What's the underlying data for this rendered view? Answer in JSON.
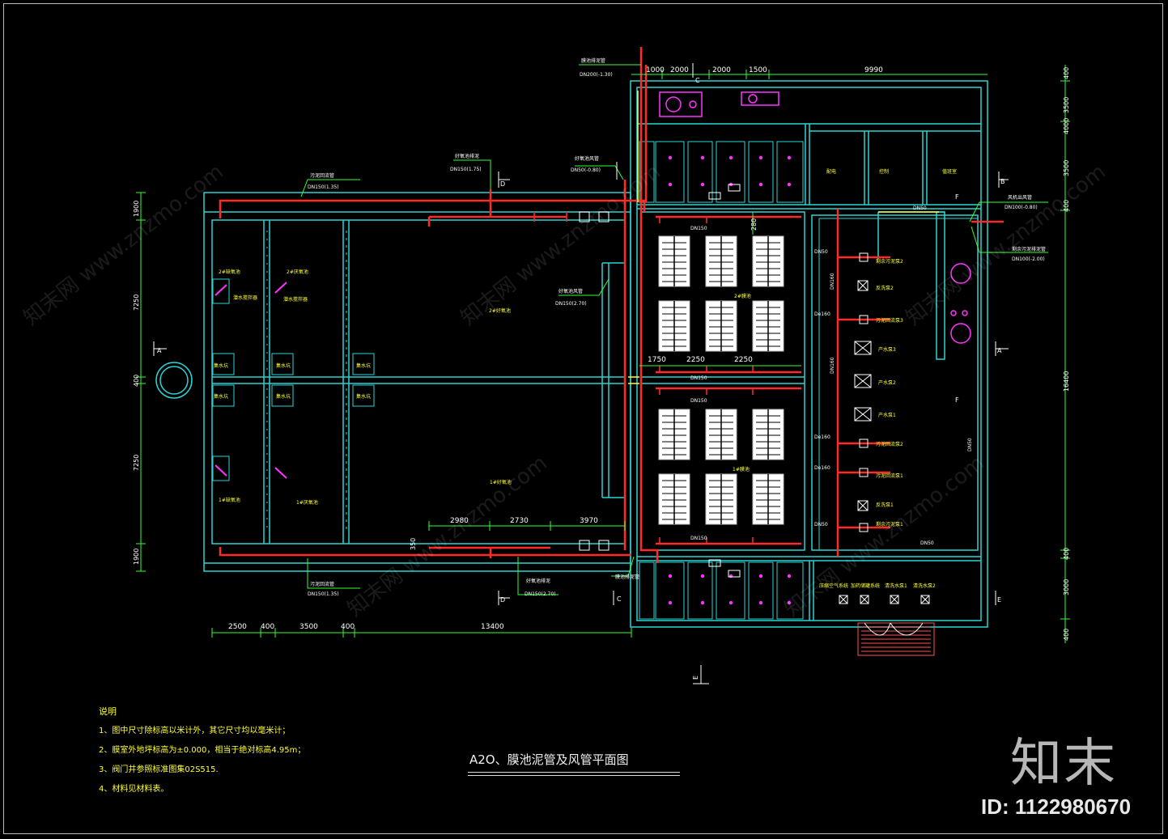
{
  "drawing": {
    "title": "A2O、膜池泥管及风管平面图",
    "notes_heading": "说明",
    "notes": [
      "1、图中尺寸除标高以米计外，其它尺寸均以毫米计；",
      "2、膜室外地坪标高为±0.000，相当于绝对标高4.95m；",
      "3、阀门井参照标准图集02S515.",
      "4、材料见材料表。"
    ]
  },
  "dimensions": {
    "top": [
      "1000",
      "2000",
      "2000",
      "1500",
      "9990"
    ],
    "bottom": [
      "2500",
      "400",
      "3500",
      "400",
      "13400"
    ],
    "left": [
      "1900",
      "7250",
      "400",
      "7250",
      "1900"
    ],
    "right": [
      "400",
      "3500",
      "4000",
      "3500",
      "400",
      "16400",
      "400",
      "3000",
      "400"
    ],
    "mid_upper": [
      "1750",
      "2250",
      "2250"
    ],
    "mid_lower": [
      "2980",
      "2730",
      "3970"
    ],
    "misc": [
      "280",
      "350"
    ]
  },
  "pipe_labels": {
    "dn150": "DN150",
    "dn50": "DN50",
    "dn160": "DN160",
    "de160": "De160",
    "pipe_top_left": "污泥回流管",
    "pipe_top_left_dn": "DN150(1.35)",
    "pipe_bottom_left": "污泥回流管",
    "pipe_bottom_left_dn": "DN150(1.35)",
    "pipe_top_mid": "好氧池排泥",
    "pipe_top_mid_dn": "DN150(1.75)",
    "pipe_air": "好氧池风管",
    "pipe_air_dn": "DN150(2.70)",
    "pipe_top_vert": "膜池排泥管",
    "pipe_top_vert_dn": "DN200(-1.30)",
    "pipe_membrane": "好氧池风管",
    "pipe_membrane_dn": "DN50(-0.80)",
    "pipe_bottom_mid": "好氧池排泥",
    "pipe_bottom_mid_dn": "DN150(2.70)",
    "pipe_right_top": "风机出风管",
    "pipe_right_top_dn": "DN100(-0.80)",
    "pipe_right_top2": "剩余污泥排泥管",
    "pipe_right_top2_dn": "DN100(-2.00)",
    "pipe_bottom_vert": "膜池排泥管"
  },
  "room_labels": {
    "anoxic2": "2#缺氧池",
    "anaerobic2": "2#厌氧池",
    "aerobic2": "2#好氧池",
    "anoxic1": "1#缺氧池",
    "anaerobic1": "1#厌氧池",
    "aerobic1": "1#好氧池",
    "mixer": "潜水搅拌器",
    "mixer2": "潜水搅拌器",
    "pump": "集水坑",
    "membrane2": "2#膜池",
    "membrane1": "1#膜池",
    "r1": "配电",
    "r2": "控制",
    "r3": "值班室",
    "eq1": "剩余污泥泵2",
    "eq2": "反洗泵2",
    "eq3": "污泥回流泵3",
    "eq4": "产水泵3",
    "eq5": "产水泵2",
    "eq6": "产水泵1",
    "eq7": "污泥回流泵2",
    "eq8": "污泥回流泵1",
    "eq9": "反洗泵1",
    "eq10": "剩余污泥泵1",
    "b1": "压缩空气系统",
    "b2": "加药储罐系统",
    "b3": "清洗水泵1",
    "b4": "清洗水泵2"
  },
  "section_marks": [
    "A",
    "B",
    "C",
    "D",
    "E",
    "F"
  ],
  "watermark": "知末网 www.znzmo.com",
  "brand": "知末",
  "doc_id": "ID: 1122980670",
  "colors": {
    "wall": "#2ad4d4",
    "sludge_pipe": "#ff2a2a",
    "air_pipe": "#ff6a6a",
    "dim": "#33ff33",
    "label": "#ffff33",
    "magenta": "#ff33ff",
    "white": "#ffffff",
    "stairs": "#ff5050"
  }
}
